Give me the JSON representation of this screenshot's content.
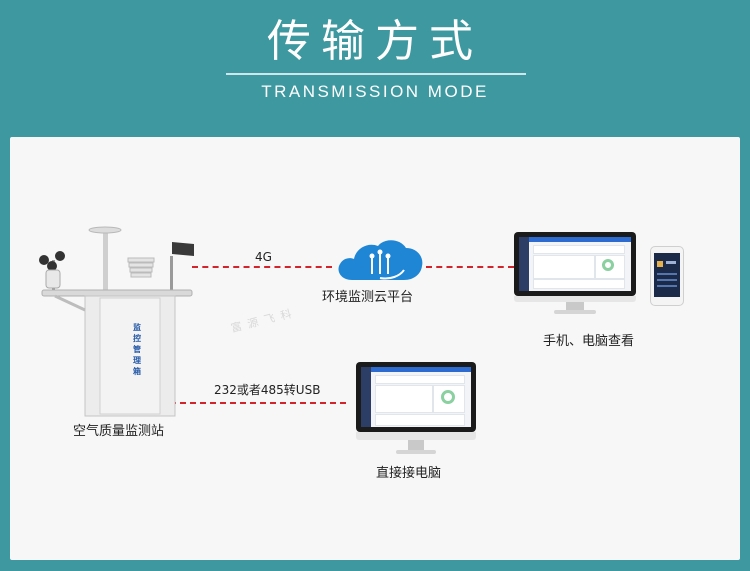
{
  "header": {
    "title": "传输方式",
    "subtitle": "TRANSMISSION MODE"
  },
  "diagram": {
    "station_label": "空气质量监测站",
    "station_box_text": "监控管理箱",
    "cloud_label": "环境监测云平台",
    "link_4g_label": "4G",
    "link_usb_label": "232或者485转USB",
    "remote_label": "手机、电脑查看",
    "direct_label": "直接接电脑",
    "watermark": "富源飞科"
  },
  "colors": {
    "background": "#3e98a0",
    "panel": "#f7f7f7",
    "dashed_line": "#d2242b",
    "cloud_blue": "#1f86d6"
  },
  "icons": [
    "weather-station-icon",
    "cloud-platform-icon",
    "monitor-icon",
    "smartphone-icon"
  ]
}
